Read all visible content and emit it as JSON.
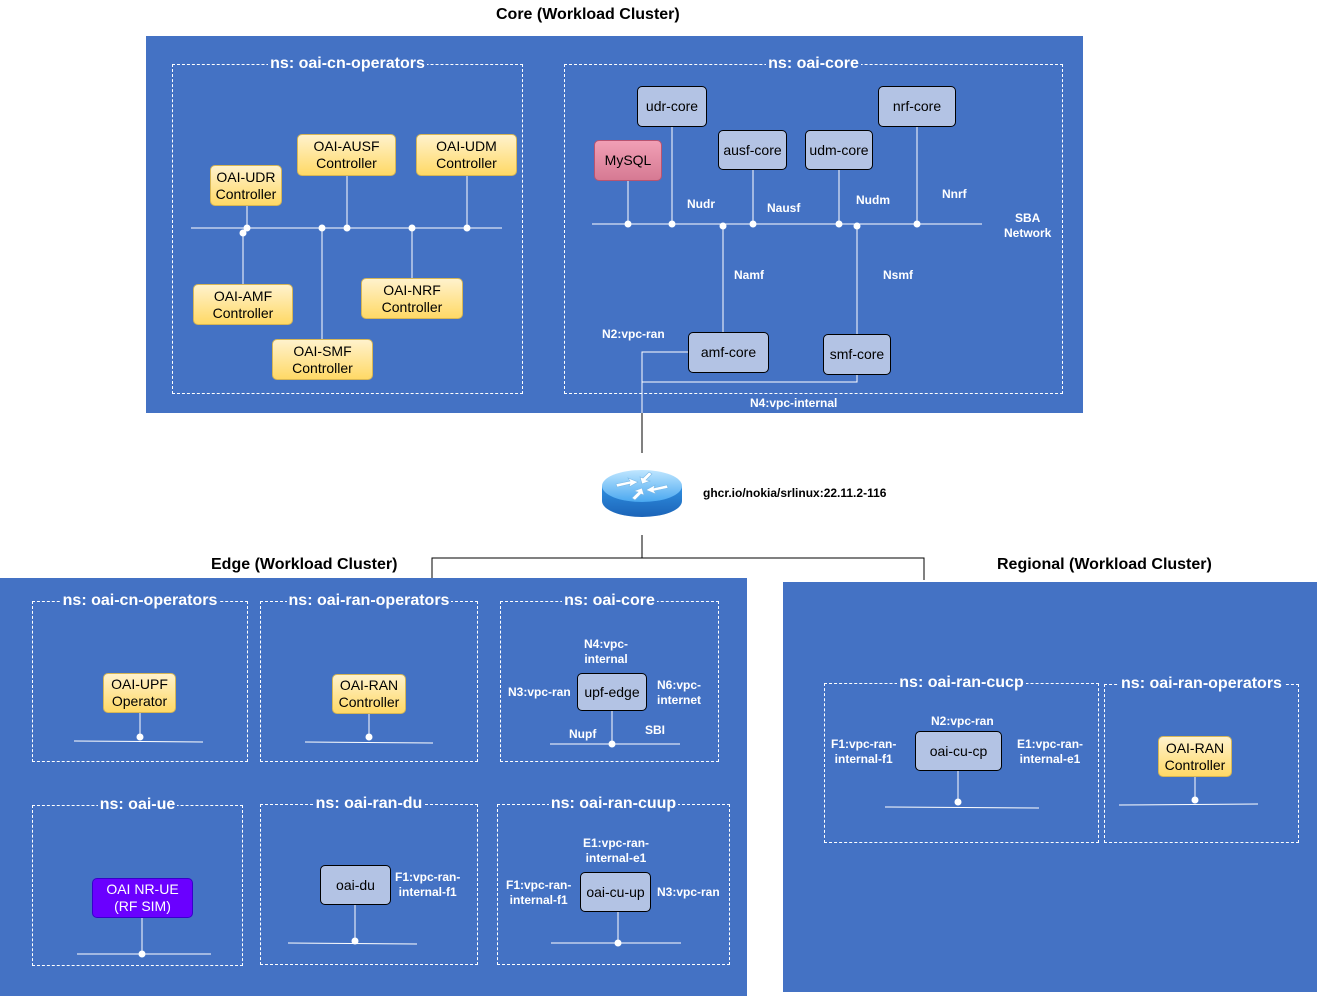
{
  "clusters": {
    "core": {
      "title": "Core (Workload Cluster)",
      "ns_operators": "ns: oai-cn-operators",
      "ns_core": "ns: oai-core",
      "controllers": {
        "udr": "OAI-UDR\nController",
        "ausf": "OAI-AUSF\nController",
        "udm": "OAI-UDM\nController",
        "amf": "OAI-AMF\nController",
        "nrf": "OAI-NRF\nController",
        "smf": "OAI-SMF\nController"
      },
      "nfs": {
        "udr": "udr-core",
        "nrf": "nrf-core",
        "mysql": "MySQL",
        "ausf": "ausf-core",
        "udm": "udm-core",
        "amf": "amf-core",
        "smf": "smf-core"
      },
      "interfaces": {
        "nudr": "Nudr",
        "nausf": "Nausf",
        "nudm": "Nudm",
        "nnrf": "Nnrf",
        "sba": "SBA\nNetwork",
        "namf": "Namf",
        "nsmf": "Nsmf",
        "n2": "N2:vpc-ran",
        "n4": "N4:vpc-internal"
      }
    },
    "router": {
      "image": "ghcr.io/nokia/srlinux:22.11.2-116",
      "icon": "router-icon"
    },
    "edge": {
      "title": "Edge (Workload Cluster)",
      "ns_cn_operators": "ns: oai-cn-operators",
      "ns_ran_operators": "ns: oai-ran-operators",
      "ns_core": "ns: oai-core",
      "ns_ue": "ns: oai-ue",
      "ns_ran_du": "ns: oai-ran-du",
      "ns_ran_cuup": "ns: oai-ran-cuup",
      "upf_operator": "OAI-UPF\nOperator",
      "ran_controller": "OAI-RAN\nController",
      "upf": "upf-edge",
      "ue": "OAI NR-UE\n(RF SIM)",
      "du": "oai-du",
      "cuup": "oai-cu-up",
      "interfaces": {
        "n4": "N4:vpc-\ninternal",
        "n3": "N3:vpc-ran",
        "n6": "N6:vpc-\ninternet",
        "nupf": "Nupf",
        "sbi": "SBI",
        "du_f1": "F1:vpc-ran-\ninternal-f1",
        "cuup_e1": "E1:vpc-ran-\ninternal-e1",
        "cuup_f1": "F1:vpc-ran-\ninternal-f1",
        "cuup_n3": "N3:vpc-ran"
      }
    },
    "regional": {
      "title": "Regional (Workload Cluster)",
      "ns_cucp": "ns: oai-ran-cucp",
      "ns_ran_operators": "ns: oai-ran-operators",
      "cucp": "oai-cu-cp",
      "ran_controller": "OAI-RAN\nController",
      "interfaces": {
        "n2": "N2:vpc-ran",
        "f1": "F1:vpc-ran-\ninternal-f1",
        "e1": "E1:vpc-ran-\ninternal-e1"
      }
    }
  },
  "colors": {
    "cluster_bg": "#4472c4",
    "controller": "#ffd966",
    "network_function": "#b3c3e4",
    "database": "#e07a98",
    "ue": "#6a00ff"
  }
}
